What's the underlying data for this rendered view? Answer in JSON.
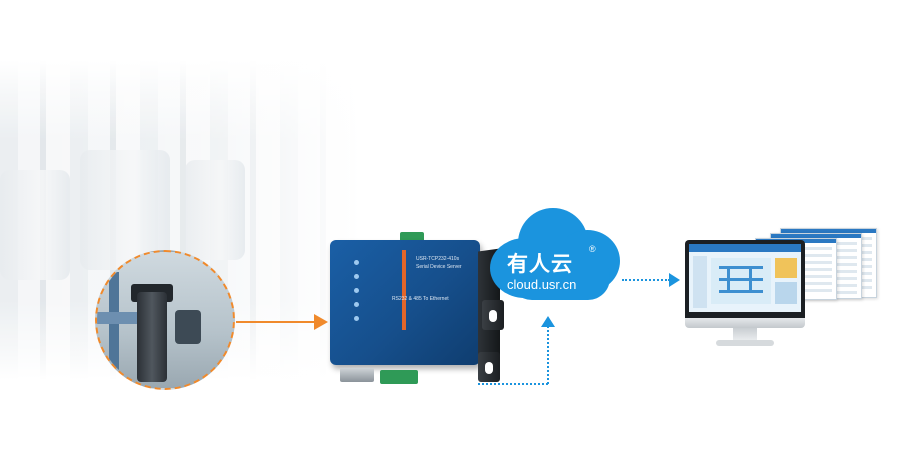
{
  "cloud": {
    "brand_cn": "有人云",
    "registered_mark": "®",
    "url": "cloud.usr.cn",
    "color": "#1b94de"
  },
  "device": {
    "model": "USR-TCP232-410s",
    "subtitle": "Serial Device Server",
    "tagline": "RS232 & 485 To Ethernet",
    "color": "#1a5fa6"
  },
  "colors": {
    "orange_arrow": "#f08a2c",
    "blue_arrow": "#1b94de"
  }
}
